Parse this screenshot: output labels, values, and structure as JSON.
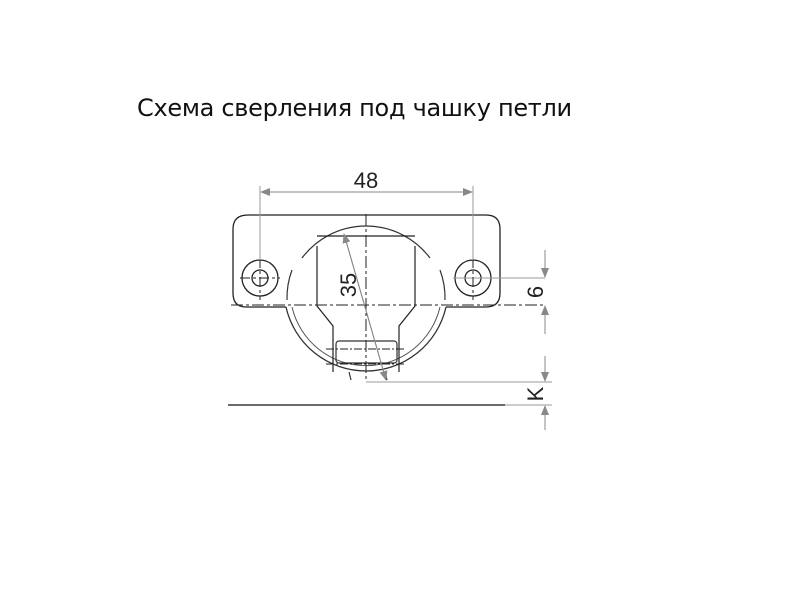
{
  "title": "Схема сверления под чашку петли",
  "dimensions": {
    "hole_spacing": "48",
    "cup_diameter": "35",
    "offset": "6",
    "edge_distance": "K"
  }
}
